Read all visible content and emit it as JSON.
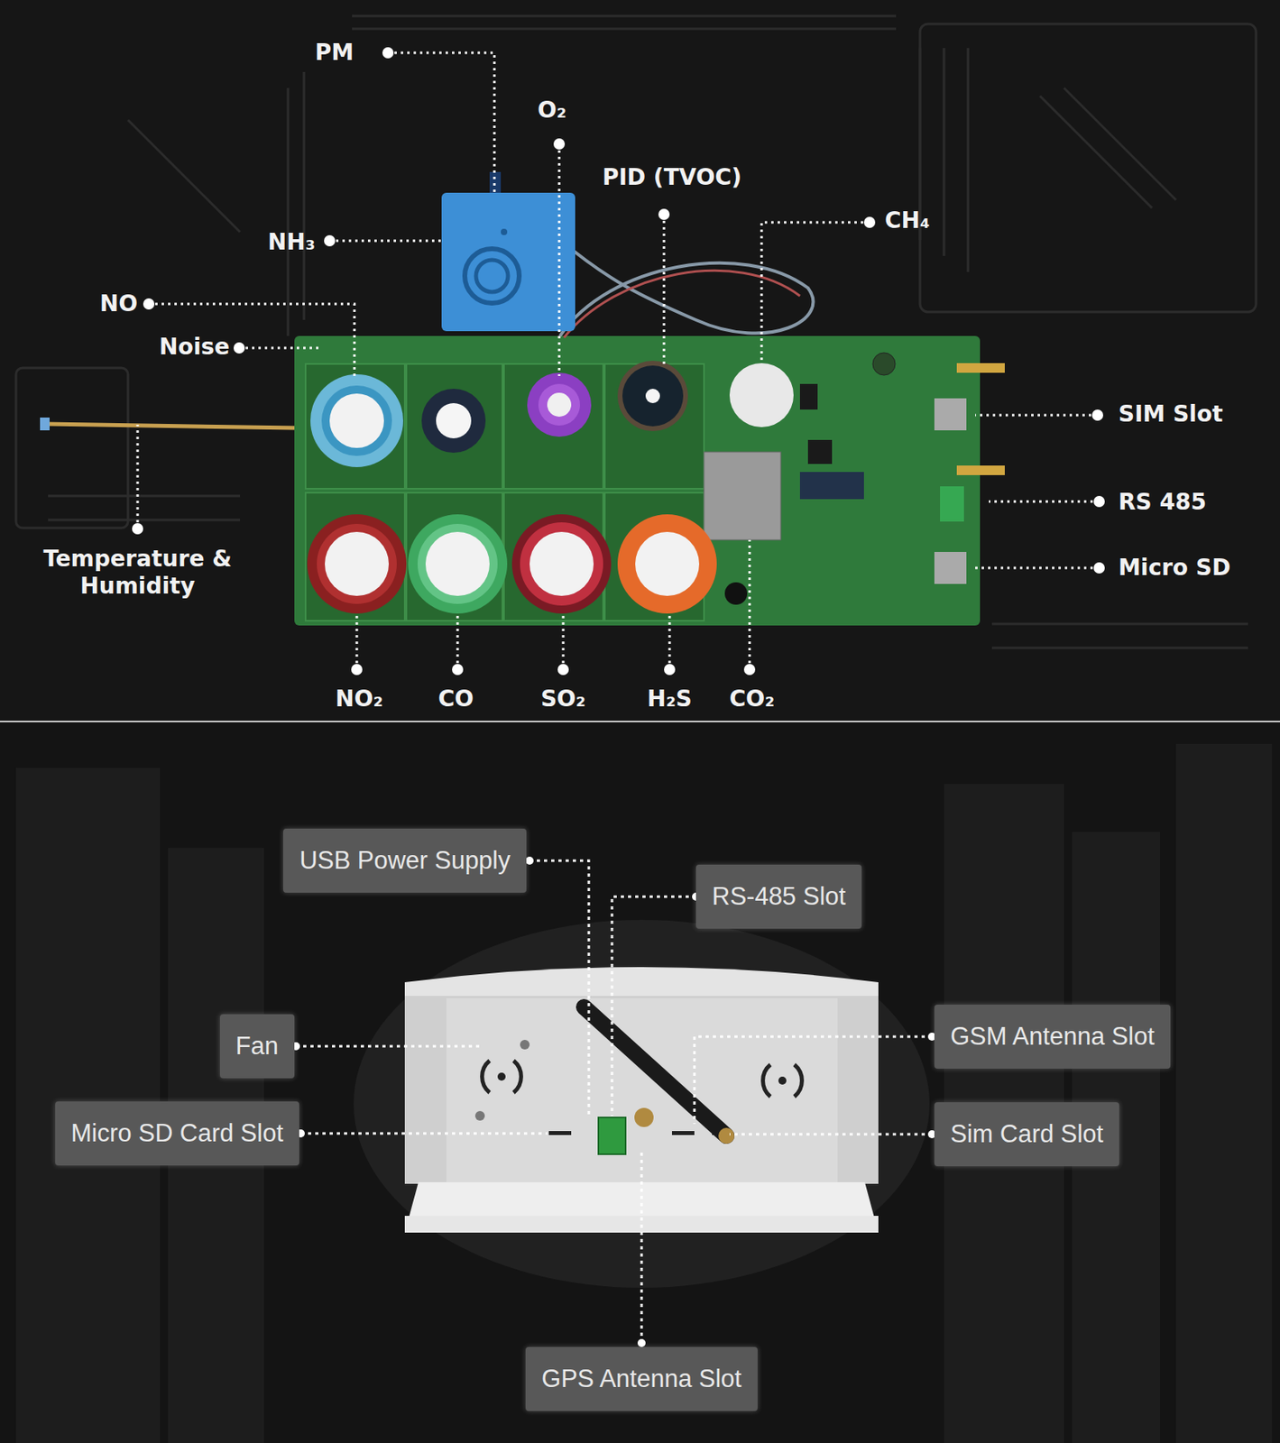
{
  "diagram": {
    "nodes": [
      {
        "text": [
          "USB Power Supply"
        ]
      },
      {
        "text": [
          "RS-485 Slot"
        ]
      },
      {
        "text": [
          "Fan"
        ]
      },
      {
        "text": [
          "GSM Antenna Slot"
        ]
      },
      {
        "text": [
          "Micro SD Card Slot"
        ]
      },
      {
        "text": [
          "Sim Card Slot"
        ]
      },
      {
        "text": [
          "GPS Antenna Slot"
        ]
      }
    ],
    "labels": [
      "PM",
      "O₂",
      "PID (TVOC)",
      "CH₄",
      "NH₃",
      "NO",
      "Noise",
      "Temperature & Humidity",
      "SIM Slot",
      "RS 485",
      "Micro SD",
      "NO₂",
      "CO",
      "SO₂",
      "H₂S",
      "CO₂"
    ]
  }
}
